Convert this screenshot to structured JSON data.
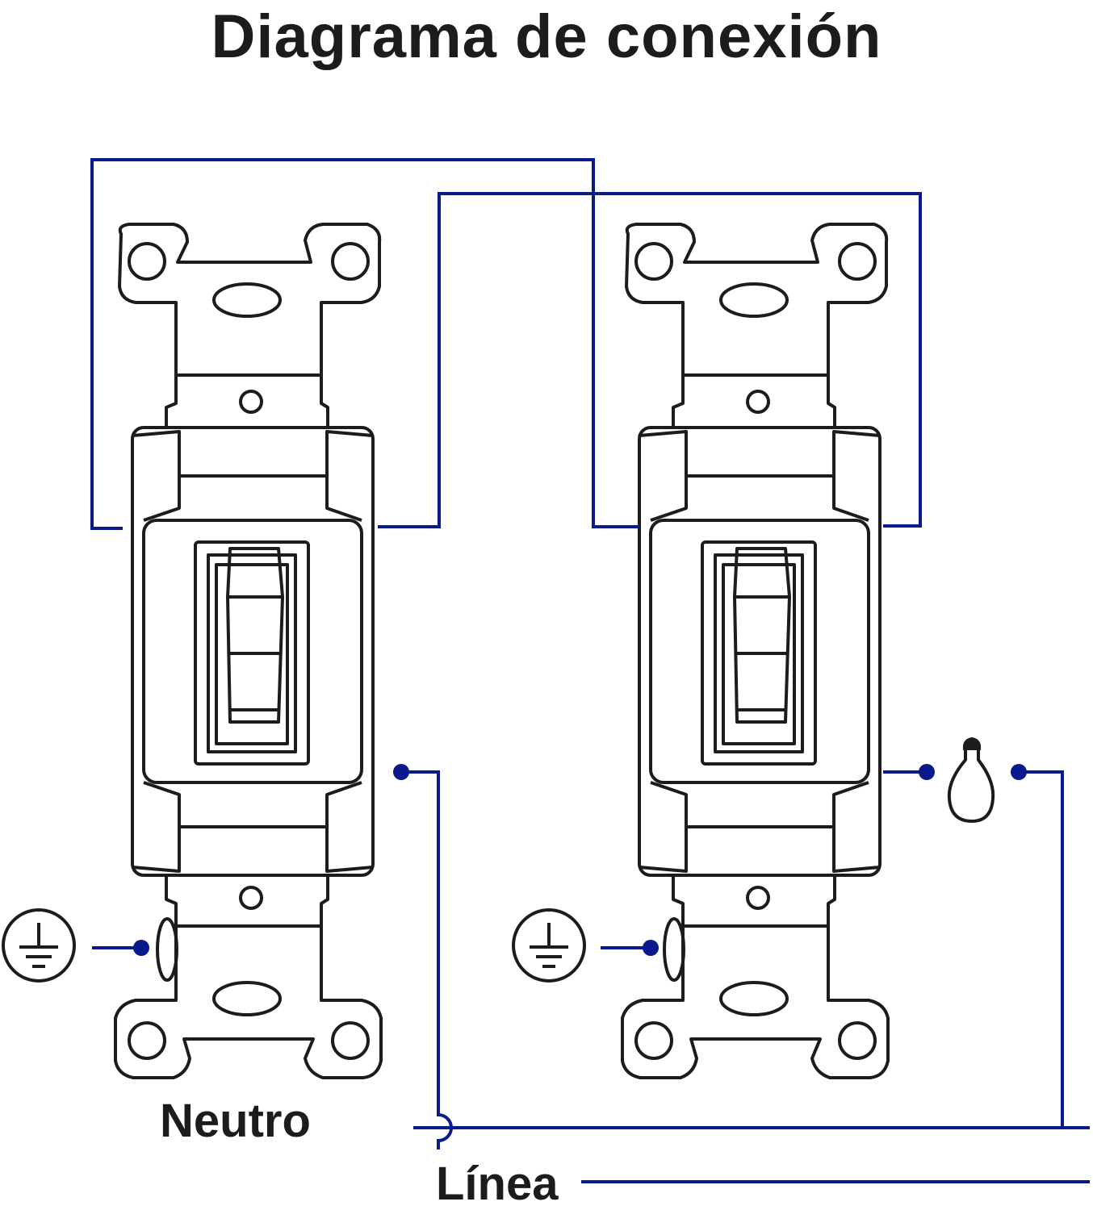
{
  "title": "Diagrama de conexión",
  "labels": {
    "neutral": "Neutro",
    "line": "Línea"
  },
  "colors": {
    "wire": "#0a1a8c",
    "outline": "#1c1c1c",
    "background": "#ffffff"
  },
  "icons": {
    "ground": "ground-symbol-icon",
    "bulb": "light-bulb-icon"
  }
}
